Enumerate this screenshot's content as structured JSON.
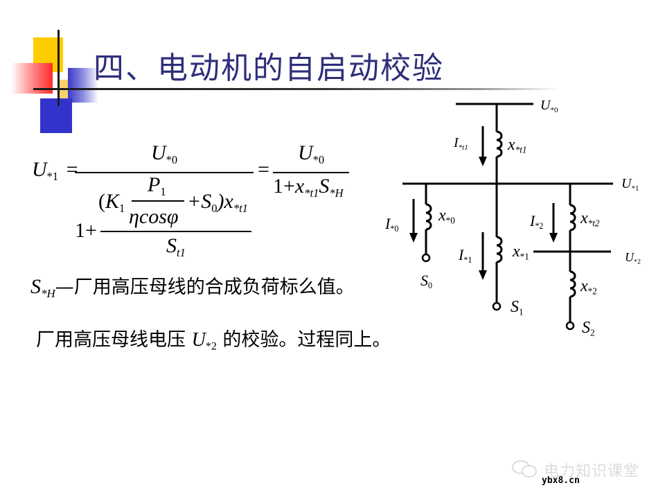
{
  "slide": {
    "title": "四、电动机的自启动校验",
    "colors": {
      "title": "#2e2e7a",
      "deco_yellow": "#ffcc00",
      "deco_red": "#ff2a2a",
      "deco_blue": "#3333cc"
    }
  },
  "formula": {
    "lhs": {
      "base": "U",
      "sub": "*1"
    },
    "eq": "=",
    "frac1": {
      "num": {
        "base": "U",
        "sub": "*0"
      },
      "den": {
        "one_plus": "1+",
        "inner": {
          "open": "(",
          "K": "K",
          "K_sub": "1",
          "p_num": "P",
          "p_num_sub": "1",
          "p_den": "ηcosφ",
          "plus_S": "+S",
          "S_sub": "0",
          "close_x": ")x",
          "x_sub": "*t1"
        },
        "bottom": {
          "base": "S",
          "sub": "t1"
        }
      }
    },
    "eq2": "=",
    "frac2": {
      "num": {
        "base": "U",
        "sub": "*0"
      },
      "den": {
        "one_plus": "1+",
        "x": "x",
        "x_sub": "*t1",
        "S": "S",
        "S_sub": "*H"
      }
    }
  },
  "text_lines": {
    "line1": {
      "sym": "S",
      "sym_sub": "*H",
      "text": "—厂用高压母线的合成负荷标么值。"
    },
    "line2": {
      "pre": "厂用高压母线电压 ",
      "sym": "U",
      "sym_sub": "*2",
      "post": " 的校验。过程同上。"
    }
  },
  "diagram": {
    "buses": [
      {
        "id": "U0",
        "label": "U",
        "sub": "*0"
      },
      {
        "id": "U1",
        "label": "U",
        "sub": "*1"
      },
      {
        "id": "U2",
        "label": "U",
        "sub": "*2"
      }
    ],
    "reactances": [
      {
        "label": "x",
        "sub": "*t1"
      },
      {
        "label": "x",
        "sub": "*0"
      },
      {
        "label": "x",
        "sub": "*1"
      },
      {
        "label": "x",
        "sub": "*t2"
      },
      {
        "label": "x",
        "sub": "*2"
      }
    ],
    "currents": [
      {
        "label": "I",
        "sub": "*t1"
      },
      {
        "label": "I",
        "sub": "*0"
      },
      {
        "label": "I",
        "sub": "*1"
      },
      {
        "label": "I",
        "sub": "*2"
      }
    ],
    "loads": [
      {
        "label": "S",
        "sub": "0"
      },
      {
        "label": "S",
        "sub": "1"
      },
      {
        "label": "S",
        "sub": "2"
      }
    ]
  },
  "watermark": {
    "brand": "电力知识课堂",
    "site": "ybx8.cn",
    "icon": "wechat-icon"
  }
}
